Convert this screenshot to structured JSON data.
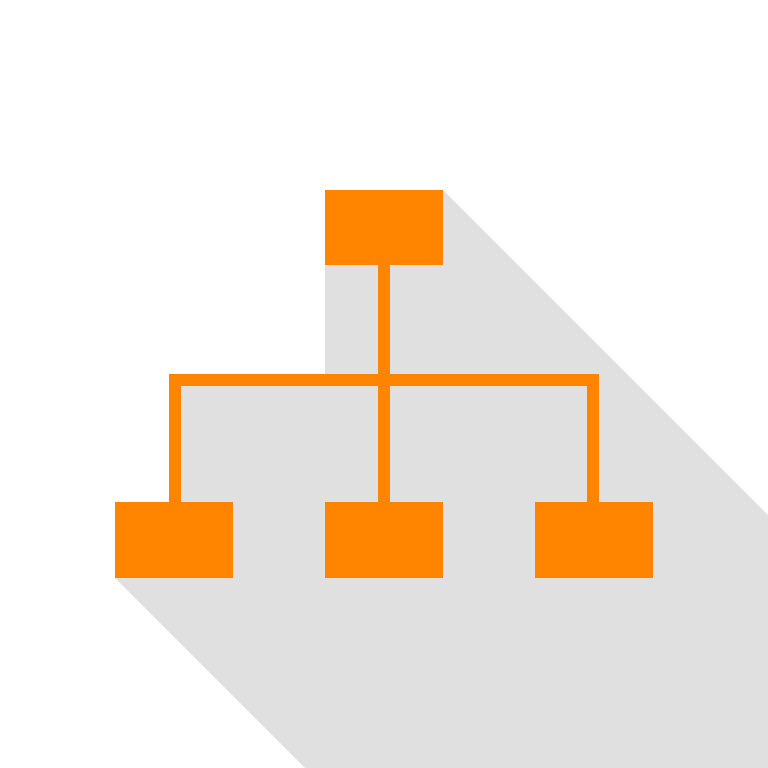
{
  "colors": {
    "background": "#ffffff",
    "shadow": "#e0e0e0",
    "accent": "#ff8400"
  },
  "icon": {
    "name": "hierarchy-icon",
    "style": "flat with long shadow",
    "nodes": {
      "root": 1,
      "children": 3
    }
  }
}
